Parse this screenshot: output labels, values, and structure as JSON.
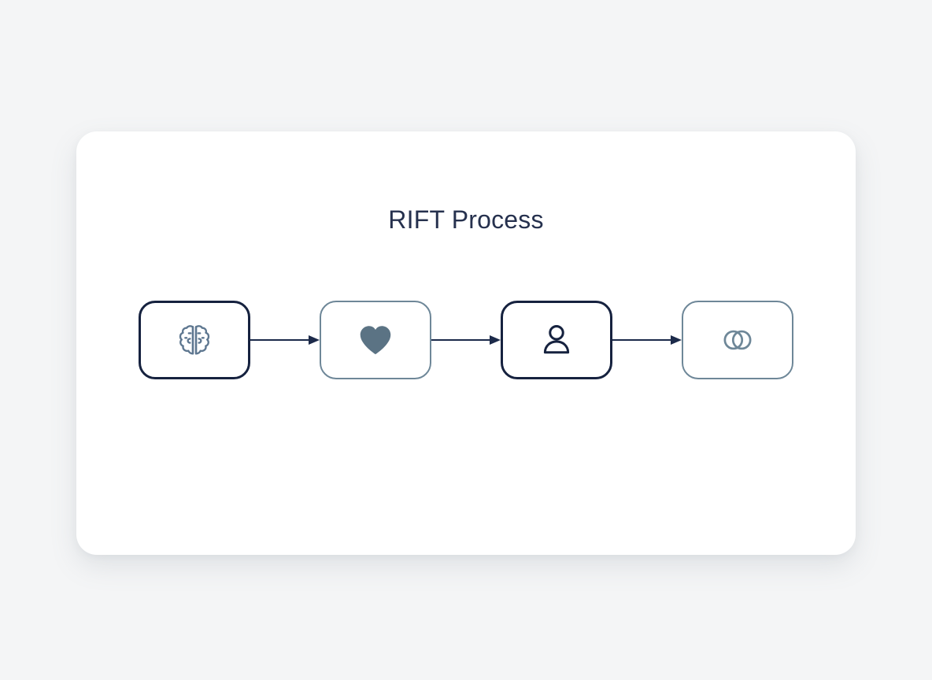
{
  "page": {
    "background_color": "#f4f5f6"
  },
  "card": {
    "background_color": "#ffffff",
    "title": "RIFT Process",
    "title_color": "#26314e"
  },
  "colors": {
    "dark_navy": "#16223f",
    "slate_blue": "#6e8798",
    "heart_fill": "#5b7384",
    "arrow": "#1c2a4a",
    "brain_stroke": "#5e7790"
  },
  "diagram": {
    "type": "flow",
    "orientation": "horizontal",
    "node_count": 4,
    "connector_count": 3,
    "nodes": [
      {
        "index": 1,
        "icon": "brain-icon",
        "icon_label": "brain",
        "style": "dark",
        "border_color": "#16223f",
        "icon_color": "#5e7790",
        "fill": "outline"
      },
      {
        "index": 2,
        "icon": "heart-icon",
        "icon_label": "heart",
        "style": "light",
        "border_color": "#6e8798",
        "icon_color": "#5b7384",
        "fill": "solid"
      },
      {
        "index": 3,
        "icon": "person-icon",
        "icon_label": "person",
        "style": "dark",
        "border_color": "#16223f",
        "icon_color": "#16223f",
        "fill": "outline"
      },
      {
        "index": 4,
        "icon": "overlapping-circles-icon",
        "icon_label": "overlapping circles",
        "style": "light",
        "border_color": "#6e8798",
        "icon_color": "#6e8798",
        "fill": "outline"
      }
    ],
    "connectors": [
      {
        "index": 1,
        "from": 1,
        "to": 2,
        "style": "arrow",
        "color": "#1c2a4a"
      },
      {
        "index": 2,
        "from": 2,
        "to": 3,
        "style": "arrow",
        "color": "#1c2a4a"
      },
      {
        "index": 3,
        "from": 3,
        "to": 4,
        "style": "arrow",
        "color": "#1c2a4a"
      }
    ]
  }
}
